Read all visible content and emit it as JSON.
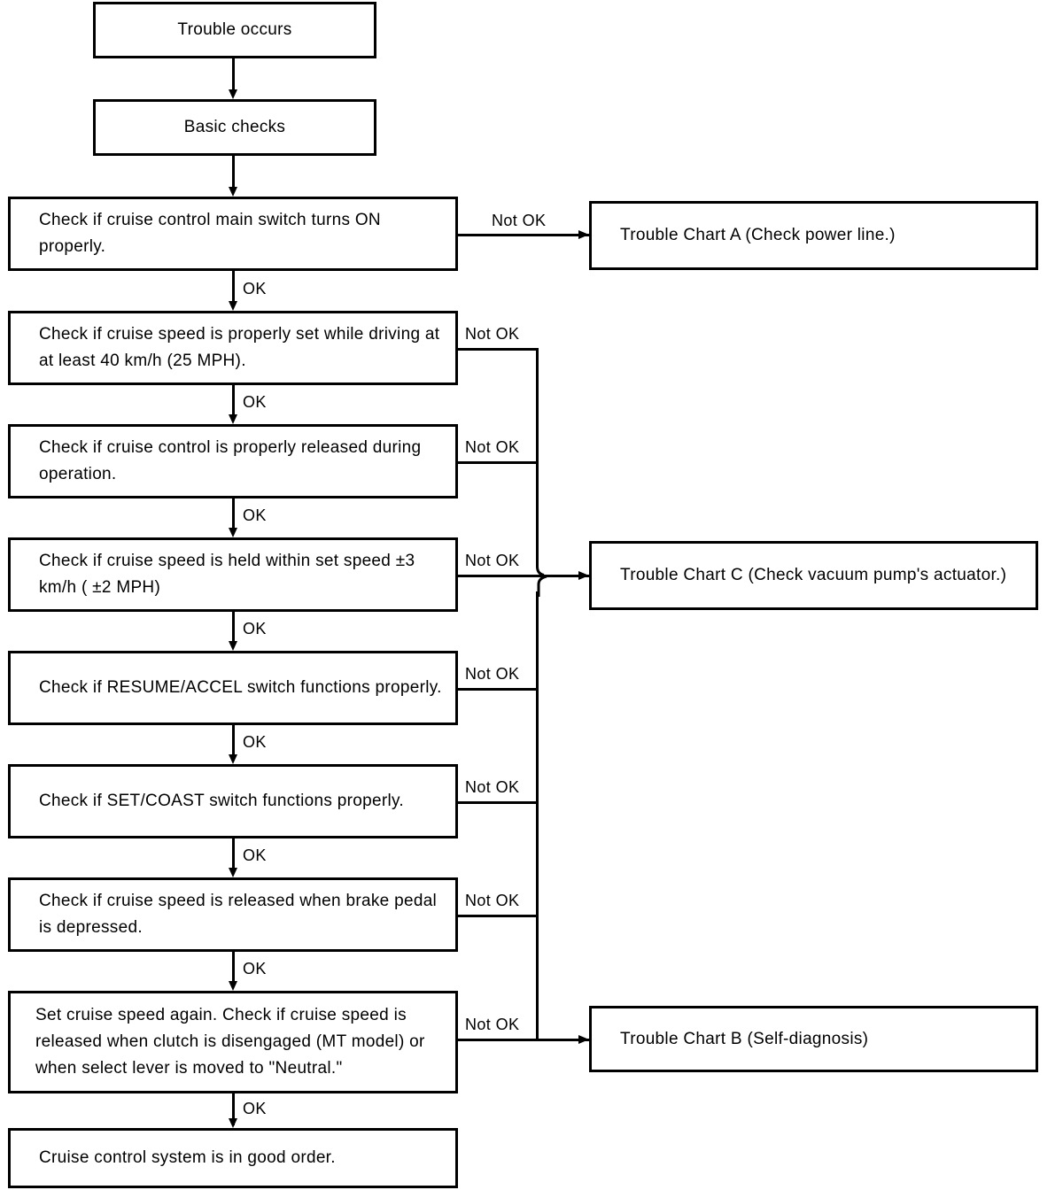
{
  "document": {
    "title": "Cruise Control Troubleshooting Flowchart",
    "type": "flowchart",
    "colors": {
      "line": "#000000",
      "box_fill": "#ffffff",
      "text": "#000000",
      "page_background": "#ffffff"
    }
  },
  "nodes": {
    "trouble_occurs": "Trouble occurs",
    "basic_checks": "Basic checks",
    "check_main_switch": "Check if cruise control main switch turns ON properly.",
    "check_speed_set": "Check if cruise speed is properly set while driving at at least 40 km/h (25 MPH).",
    "check_released_operation": "Check if cruise control is properly released during operation.",
    "check_speed_held": "Check if cruise speed is held within set speed ±3 km/h ( ±2 MPH)",
    "check_resume_accel": "Check if RESUME/ACCEL switch functions properly.",
    "check_set_coast": "Check if SET/COAST switch functions properly.",
    "check_brake_release": "Check if cruise speed is released when brake pedal is depressed.",
    "check_clutch_neutral": "Set cruise speed again. Check if cruise speed is released when clutch is disengaged (MT model) or when select lever is moved to \"Neutral.\"",
    "good_order": "Cruise control system is in good order.",
    "trouble_chart_a": "Trouble Chart A (Check power line.)",
    "trouble_chart_c": "Trouble Chart C (Check vacuum pump's actuator.)",
    "trouble_chart_b": "Trouble Chart B (Self-diagnosis)"
  },
  "edge_labels": {
    "ok": "OK",
    "not_ok": "Not OK"
  },
  "edges": [
    {
      "from": "trouble_occurs",
      "to": "basic_checks",
      "label": ""
    },
    {
      "from": "basic_checks",
      "to": "check_main_switch",
      "label": ""
    },
    {
      "from": "check_main_switch",
      "to": "trouble_chart_a",
      "label": "Not OK"
    },
    {
      "from": "check_main_switch",
      "to": "check_speed_set",
      "label": "OK"
    },
    {
      "from": "check_speed_set",
      "to": "trouble_chart_c",
      "label": "Not OK"
    },
    {
      "from": "check_speed_set",
      "to": "check_released_operation",
      "label": "OK"
    },
    {
      "from": "check_released_operation",
      "to": "trouble_chart_c",
      "label": "Not OK"
    },
    {
      "from": "check_released_operation",
      "to": "check_speed_held",
      "label": "OK"
    },
    {
      "from": "check_speed_held",
      "to": "trouble_chart_c",
      "label": "Not OK"
    },
    {
      "from": "check_speed_held",
      "to": "check_resume_accel",
      "label": "OK"
    },
    {
      "from": "check_resume_accel",
      "to": "trouble_chart_b",
      "label": "Not OK"
    },
    {
      "from": "check_resume_accel",
      "to": "check_set_coast",
      "label": "OK"
    },
    {
      "from": "check_set_coast",
      "to": "trouble_chart_b",
      "label": "Not OK"
    },
    {
      "from": "check_set_coast",
      "to": "check_brake_release",
      "label": "OK"
    },
    {
      "from": "check_brake_release",
      "to": "trouble_chart_b",
      "label": "Not OK"
    },
    {
      "from": "check_brake_release",
      "to": "check_clutch_neutral",
      "label": "OK"
    },
    {
      "from": "check_clutch_neutral",
      "to": "trouble_chart_b",
      "label": "Not OK"
    },
    {
      "from": "check_clutch_neutral",
      "to": "good_order",
      "label": "OK"
    }
  ]
}
